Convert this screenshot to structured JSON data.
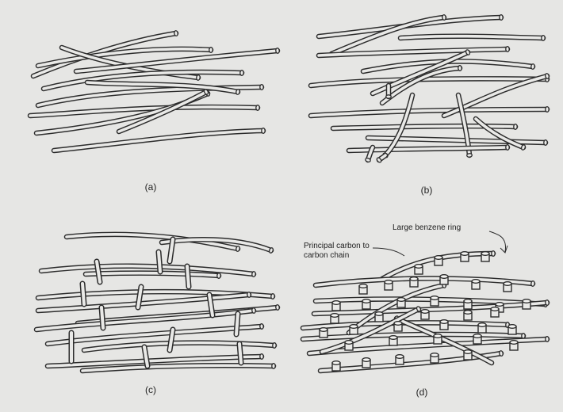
{
  "panels": [
    {
      "id": "a",
      "label": "(a)"
    },
    {
      "id": "b",
      "label": "(b)"
    },
    {
      "id": "c",
      "label": "(c)"
    },
    {
      "id": "d",
      "label": "(d)"
    }
  ],
  "annotations": {
    "benzene_ring": "Large benzene ring",
    "carbon_chain_line1": "Principal carbon to",
    "carbon_chain_line2": "carbon chain"
  }
}
